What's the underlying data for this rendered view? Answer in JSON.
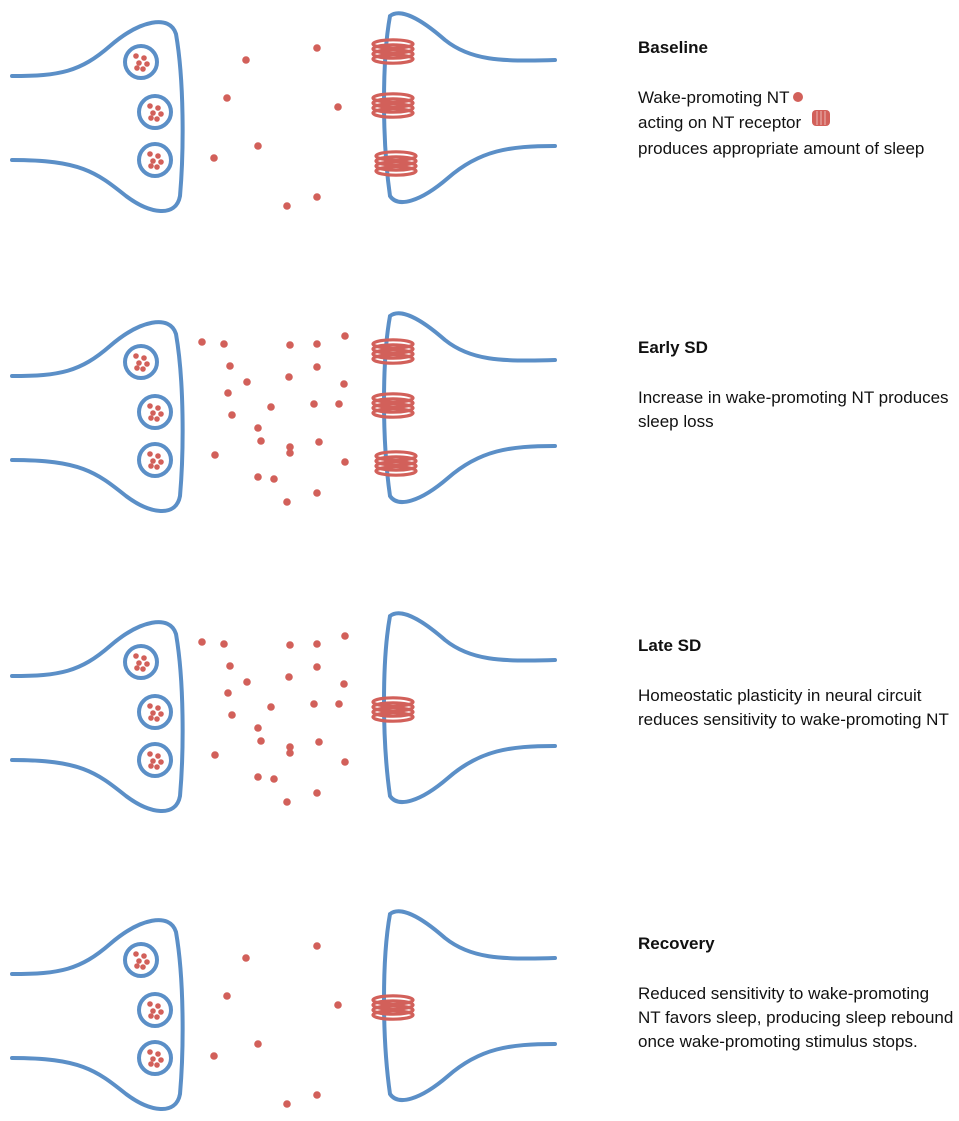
{
  "colors": {
    "membrane": "#5b8fc7",
    "neurotransmitter": "#d2605a",
    "receptor": "#d2605a",
    "text": "#111111"
  },
  "legend_icons": {
    "neurotransmitter": "nt-dot-icon",
    "receptor": "nt-receptor-icon"
  },
  "panels": [
    {
      "title": "Baseline",
      "description_line1": "Wake-promoting NT",
      "description_line2": "acting on NT receptor",
      "description_rest": "produces appropriate amount of sleep",
      "receptor_count": 3,
      "nt_level": "baseline"
    },
    {
      "title": "Early SD",
      "description": "Increase in wake-promoting NT produces sleep loss",
      "receptor_count": 3,
      "nt_level": "increased"
    },
    {
      "title": "Late SD",
      "description": "Homeostatic plasticity in neural circuit reduces sensitivity to wake-promoting NT",
      "receptor_count": 1,
      "nt_level": "increased"
    },
    {
      "title": "Recovery",
      "description": "Reduced sensitivity to wake-promoting NT favors sleep, producing sleep rebound once wake-promoting stimulus stops.",
      "receptor_count": 1,
      "nt_level": "baseline"
    }
  ]
}
